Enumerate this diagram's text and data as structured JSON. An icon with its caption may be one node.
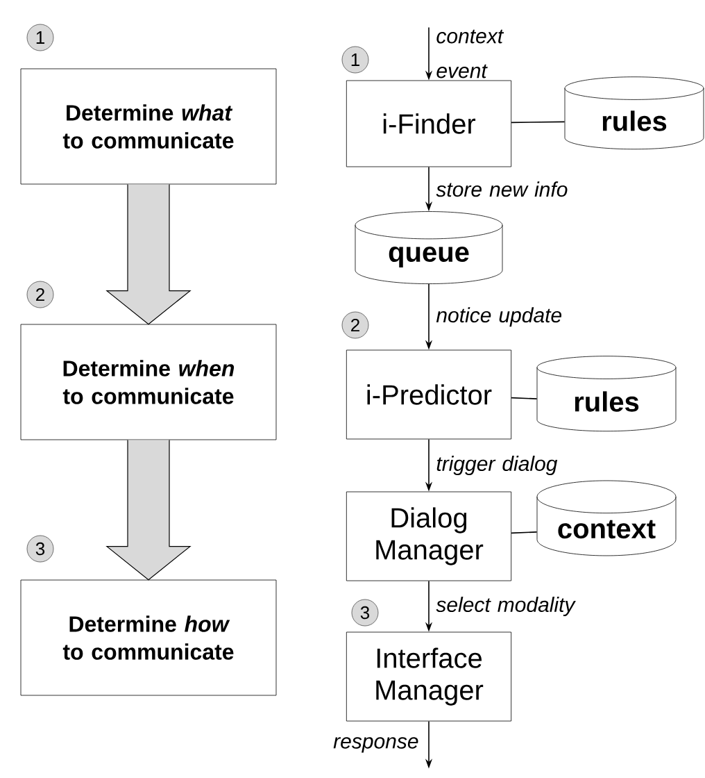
{
  "diagram": {
    "nodes": [
      {
        "text": [
          "1"
        ]
      },
      {
        "text": [
          "Determine *what* to communicate"
        ]
      },
      {
        "text": [
          "2"
        ]
      },
      {
        "text": [
          "Determine *when* to communicate"
        ]
      },
      {
        "text": [
          "3"
        ]
      },
      {
        "text": [
          "Determine *how* to communicate"
        ]
      },
      {
        "text": [
          "1"
        ]
      },
      {
        "text": [
          "i-Finder"
        ]
      },
      {
        "text": [
          "rules"
        ]
      },
      {
        "text": [
          "queue"
        ]
      },
      {
        "text": [
          "2"
        ]
      },
      {
        "text": [
          "i-Predictor"
        ]
      },
      {
        "text": [
          "rules"
        ]
      },
      {
        "text": [
          "Dialog Manager"
        ]
      },
      {
        "text": [
          "context"
        ]
      },
      {
        "text": [
          "3"
        ]
      },
      {
        "text": [
          "Interface Manager"
        ]
      }
    ],
    "edges": [
      {
        "from": 1,
        "to": 3,
        "arrow": "to",
        "style": "thick"
      },
      {
        "from": 3,
        "to": 5,
        "arrow": "to",
        "style": "thick"
      },
      {
        "from": null,
        "to": 7,
        "arrow": "to",
        "label": "context event"
      },
      {
        "from": 7,
        "to": 8,
        "arrow": "none"
      },
      {
        "from": 7,
        "to": 9,
        "arrow": "to",
        "label": "store new info"
      },
      {
        "from": 9,
        "to": 11,
        "arrow": "to",
        "label": "notice update"
      },
      {
        "from": 11,
        "to": 12,
        "arrow": "none"
      },
      {
        "from": 11,
        "to": 13,
        "arrow": "to",
        "label": "trigger dialog"
      },
      {
        "from": 13,
        "to": 14,
        "arrow": "none"
      },
      {
        "from": 13,
        "to": 16,
        "arrow": "to",
        "label": "select modality"
      },
      {
        "from": 16,
        "to": null,
        "arrow": "to",
        "label": "response"
      }
    ]
  }
}
